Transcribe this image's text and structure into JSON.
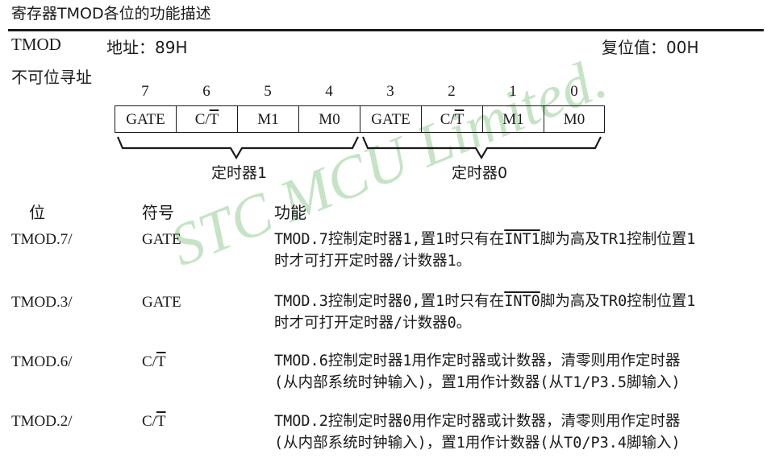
{
  "title": "寄存器TMOD各位的功能描述",
  "register": {
    "name": "TMOD",
    "address": "地址：89H",
    "reset": "复位值：00H",
    "bit_addressable": "不可位寻址"
  },
  "bit_numbers": [
    "7",
    "6",
    "5",
    "4",
    "3",
    "2",
    "1",
    "0"
  ],
  "cells": [
    {
      "text": "GATE",
      "overline": ""
    },
    {
      "text": "C/",
      "overline": "T"
    },
    {
      "text": "M1",
      "overline": ""
    },
    {
      "text": "M0",
      "overline": ""
    },
    {
      "text": "GATE",
      "overline": ""
    },
    {
      "text": "C/",
      "overline": "T"
    },
    {
      "text": "M1",
      "overline": ""
    },
    {
      "text": "M0",
      "overline": ""
    }
  ],
  "groups": [
    "定时器1",
    "定时器0"
  ],
  "table_header": {
    "bit": "位",
    "symbol": "符号",
    "function": "功能"
  },
  "rows": [
    {
      "bit": "TMOD.7/",
      "sym_text": "GATE",
      "sym_over": "",
      "l1a": "TMOD.7控制定时器1,置1时只有在",
      "l1o": "INT1",
      "l1b": "脚为高及TR1控制位置1",
      "l2": "时才可打开定时器/计数器1。"
    },
    {
      "bit": "TMOD.3/",
      "sym_text": "GATE",
      "sym_over": "",
      "l1a": "TMOD.3控制定时器0,置1时只有在",
      "l1o": "INT0",
      "l1b": "脚为高及TR0控制位置1",
      "l2": "时才可打开定时器/计数器0。"
    },
    {
      "bit": "TMOD.6/",
      "sym_text": "C/",
      "sym_over": "T",
      "l1a": "TMOD.6控制定时器1用作定时器或计数器，清零则用作定时器",
      "l1o": "",
      "l1b": "",
      "l2": "(从内部系统时钟输入)，置1用作计数器(从T1/P3.5脚输入)"
    },
    {
      "bit": "TMOD.2/",
      "sym_text": "C/",
      "sym_over": "T",
      "l1a": "TMOD.2控制定时器0用作定时器或计数器，清零则用作定时器",
      "l1o": "",
      "l1b": "",
      "l2": "(从内部系统时钟输入)，置1用作计数器(从T0/P3.4脚输入)"
    }
  ],
  "watermark": "STC MCU Limited."
}
